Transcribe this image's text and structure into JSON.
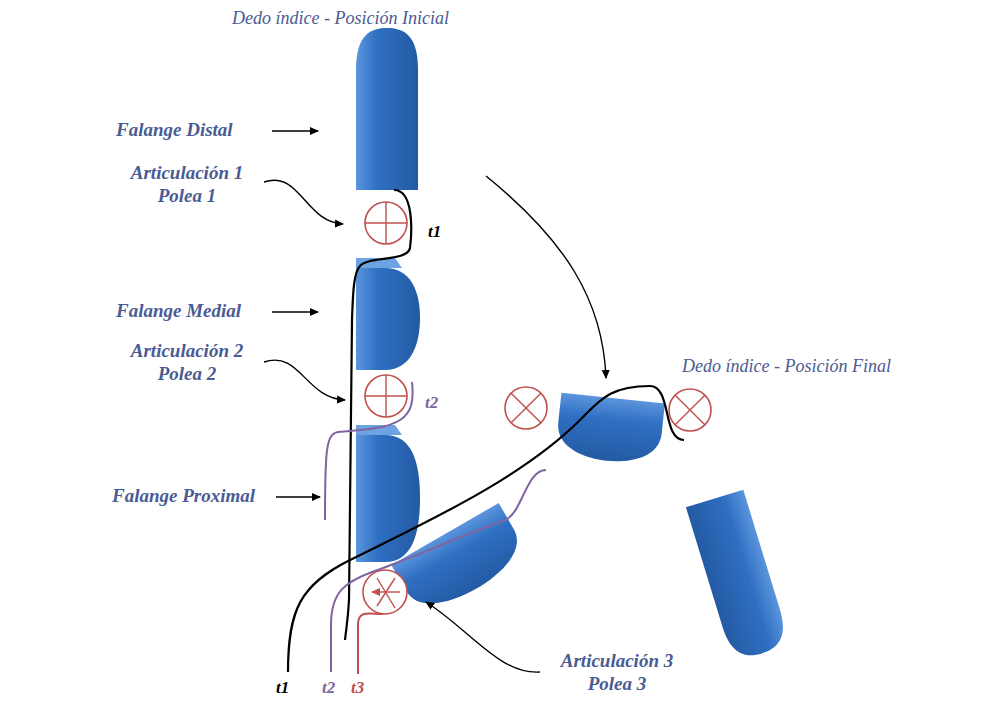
{
  "diagram": {
    "labels": [
      "Dedo índice - Posición Inicial",
      "Falange Distal",
      "Articulación 1 Polea 1",
      "t1",
      "Falange Medial",
      "Articulación 2 Polea 2",
      "t2",
      "Falange Proximal",
      "Dedo índice - Posición Final",
      "t1",
      "t2",
      "t3",
      "Articulación 3 Polea 3"
    ]
  }
}
